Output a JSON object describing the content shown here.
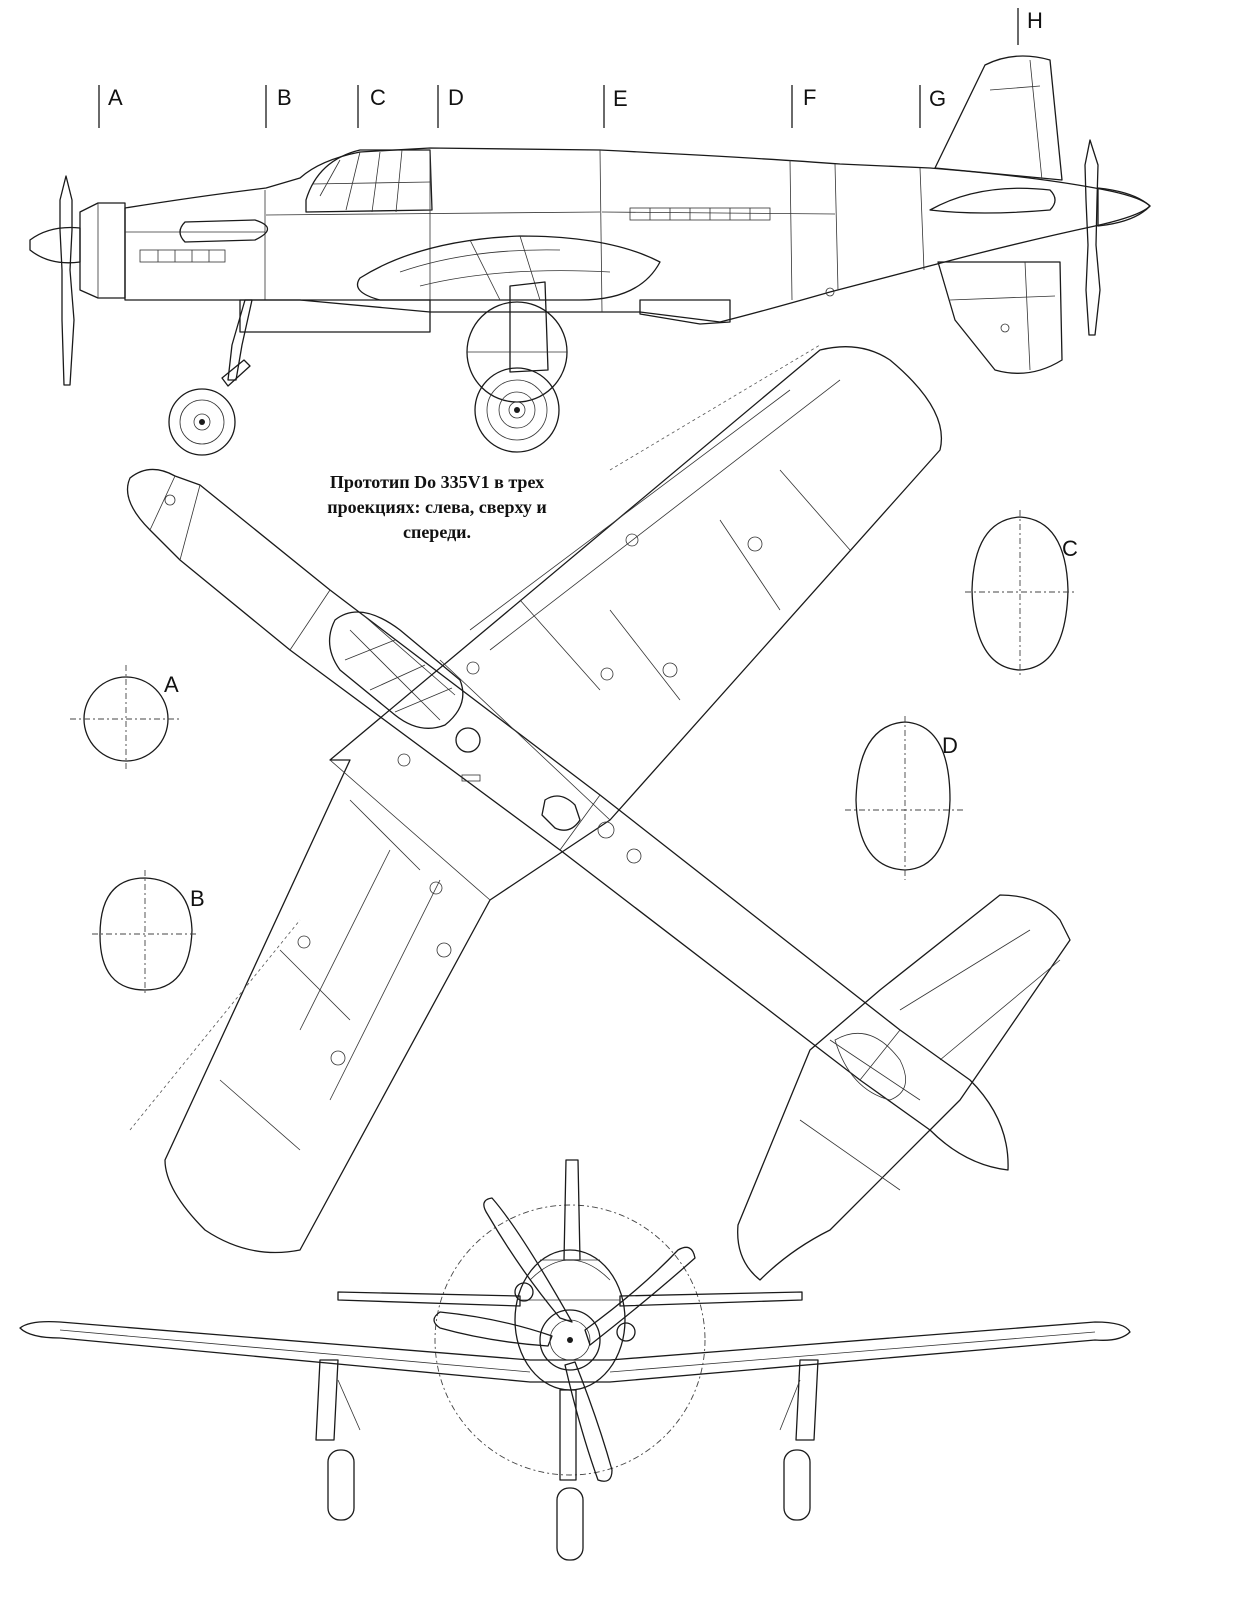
{
  "caption": {
    "line1": "Прототип Do 335V1 в трех",
    "line2": "проекциях: слева, сверху и",
    "line3": "спереди."
  },
  "stations": {
    "a": "A",
    "b": "B",
    "c": "C",
    "d": "D",
    "e": "E",
    "f": "F",
    "g": "G",
    "h": "H"
  },
  "sections": {
    "a": "A",
    "b": "B",
    "c": "C",
    "d": "D"
  },
  "colors": {
    "ink": "#1a1a1a",
    "paper": "#ffffff"
  }
}
